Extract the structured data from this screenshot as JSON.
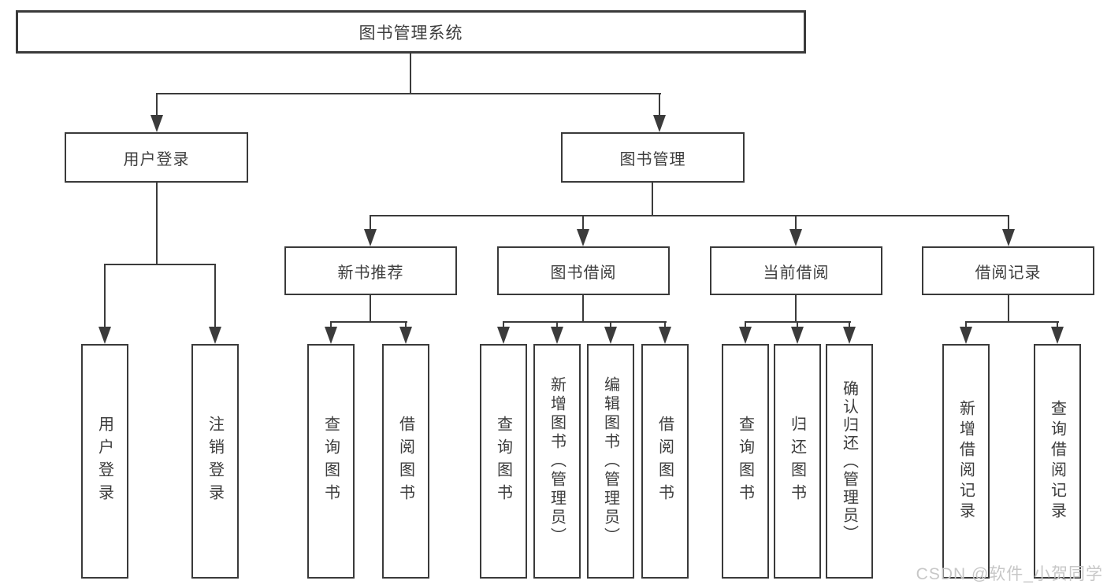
{
  "diagram": {
    "root": {
      "label": "图书管理系统"
    },
    "level2": [
      {
        "label": "用户登录"
      },
      {
        "label": "图书管理"
      }
    ],
    "level3": [
      {
        "label": "新书推荐"
      },
      {
        "label": "图书借阅"
      },
      {
        "label": "当前借阅"
      },
      {
        "label": "借阅记录"
      }
    ],
    "leaves": {
      "user_login": [
        "用户登录",
        "注销登录"
      ],
      "new_books": [
        "查询图书",
        "借阅图书"
      ],
      "book_borrow": [
        "查询图书",
        "新增图书（管理员）",
        "编辑图书（管理员）",
        "借阅图书"
      ],
      "current_borrow": [
        "查询图书",
        "归还图书",
        "确认归还（管理员）"
      ],
      "borrow_records": [
        "新增借阅记录",
        "查询借阅记录"
      ]
    }
  },
  "watermark": {
    "text": "CSDN @软件_小贺同学"
  },
  "colors": {
    "line": "#3b3b3b",
    "text": "#3d3d3d",
    "watermark": "#c7c7c7"
  }
}
